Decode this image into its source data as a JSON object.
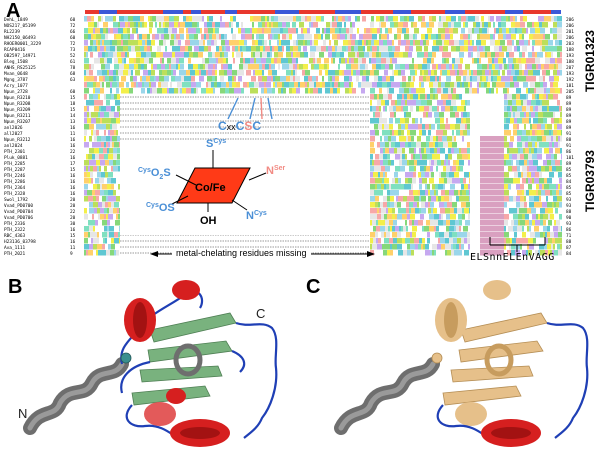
{
  "panels": {
    "a": "A",
    "b": "B",
    "c": "C"
  },
  "family_labels": {
    "top": "TIGR01323",
    "bottom": "TIGR03793"
  },
  "motif": {
    "text": "C",
    "xx": "xx",
    "c2": "C",
    "s": "S",
    "c3": "C"
  },
  "metal_center": {
    "label": "Co/Fe",
    "scys_top": "S",
    "scys_top_sub": "Cys",
    "cys_o2s": "Cys",
    "cys_o2s_main": "O",
    "cys_o2s_sub": "2",
    "cys_o2s_s": "S",
    "nser": "N",
    "nser_sub": "Ser",
    "cys_os": "Cys",
    "cys_os_main": "OS",
    "ncys": "N",
    "ncys_sub": "Cys",
    "oh": "OH"
  },
  "bottom_note": "metal-chelating residues missing",
  "motif_bottom": "ELSnnELEnVAGG",
  "structure_labels": {
    "n": "N",
    "c": "C"
  },
  "colors": {
    "bar_red": "#e8372d",
    "bar_blue": "#3a58d8",
    "helix_red": "#d61f1f",
    "sheet_green": "#79b27e",
    "loop_blue": "#1f3fb5",
    "gray": "#6e6e6e",
    "tan": "#e6c08a",
    "center_red": "#ff3a17",
    "blue_label": "#4a8fd6",
    "pink_label": "#f28b84"
  },
  "alignment": {
    "rows": [
      {
        "name": "DehL_1849",
        "start": "60",
        "end": "206"
      },
      {
        "name": "NOS217_05199",
        "start": "72",
        "end": "206"
      },
      {
        "name": "RL2239",
        "start": "66",
        "end": "201"
      },
      {
        "name": "NH2150_06493",
        "start": "60",
        "end": "206"
      },
      {
        "name": "RHOER0001_3229",
        "start": "72",
        "end": "203"
      },
      {
        "name": "RCAP0416",
        "start": "73",
        "end": "188"
      },
      {
        "name": "OB2597_14971",
        "start": "52",
        "end": "193"
      },
      {
        "name": "Bleg_1508",
        "start": "61",
        "end": "188"
      },
      {
        "name": "ANHS_RS25125",
        "start": "78",
        "end": "207"
      },
      {
        "name": "Mvan_0648",
        "start": "68",
        "end": "193"
      },
      {
        "name": "Mgng_3787",
        "start": "63",
        "end": "192"
      },
      {
        "name": "Acry_1077",
        "end": "181"
      },
      {
        "name": "Npun_2728",
        "start": "60",
        "end": "205"
      },
      {
        "name": "Npun_R3210",
        "start": "15",
        "end": "89"
      },
      {
        "name": "Npun_R3208",
        "start": "18",
        "end": "89"
      },
      {
        "name": "Npun_R3209",
        "start": "15",
        "end": "89"
      },
      {
        "name": "Npun_R3211",
        "start": "14",
        "end": "89"
      },
      {
        "name": "Npun_R3207",
        "start": "13",
        "end": "89"
      },
      {
        "name": "anl2026",
        "start": "16",
        "end": "89"
      },
      {
        "name": "all2027",
        "start": "11",
        "end": "91"
      },
      {
        "name": "Npun_R3212",
        "start": "16",
        "end": "88"
      },
      {
        "name": "anl2024",
        "start": "16",
        "end": "91"
      },
      {
        "name": "PTH_2301",
        "start": "22",
        "end": "86"
      },
      {
        "name": "Pluk_0881",
        "start": "16",
        "end": "101"
      },
      {
        "name": "PTH_2285",
        "start": "17",
        "end": "89"
      },
      {
        "name": "PTH_2287",
        "start": "15",
        "end": "85"
      },
      {
        "name": "PTH_2246",
        "start": "16",
        "end": "85"
      },
      {
        "name": "PTH_2286",
        "start": "16",
        "end": "84"
      },
      {
        "name": "PTH_2364",
        "start": "16",
        "end": "85"
      },
      {
        "name": "PTH_2328",
        "start": "16",
        "end": "85"
      },
      {
        "name": "Swol_1792",
        "start": "20",
        "end": "93"
      },
      {
        "name": "Vvad_PD0700",
        "start": "20",
        "end": "93"
      },
      {
        "name": "Vvad_PD0704",
        "start": "22",
        "end": "88"
      },
      {
        "name": "Vvad_PD0706",
        "start": "20",
        "end": "90"
      },
      {
        "name": "PTH_2336",
        "start": "30",
        "end": "93"
      },
      {
        "name": "PTH_2322",
        "start": "16",
        "end": "86"
      },
      {
        "name": "RBC_4363",
        "start": "15",
        "end": "71"
      },
      {
        "name": "H23136_03798",
        "start": "16",
        "end": "88"
      },
      {
        "name": "Ava_1111",
        "start": "11",
        "end": "87"
      },
      {
        "name": "PTH_2021",
        "start": "9",
        "end": "84"
      }
    ]
  }
}
